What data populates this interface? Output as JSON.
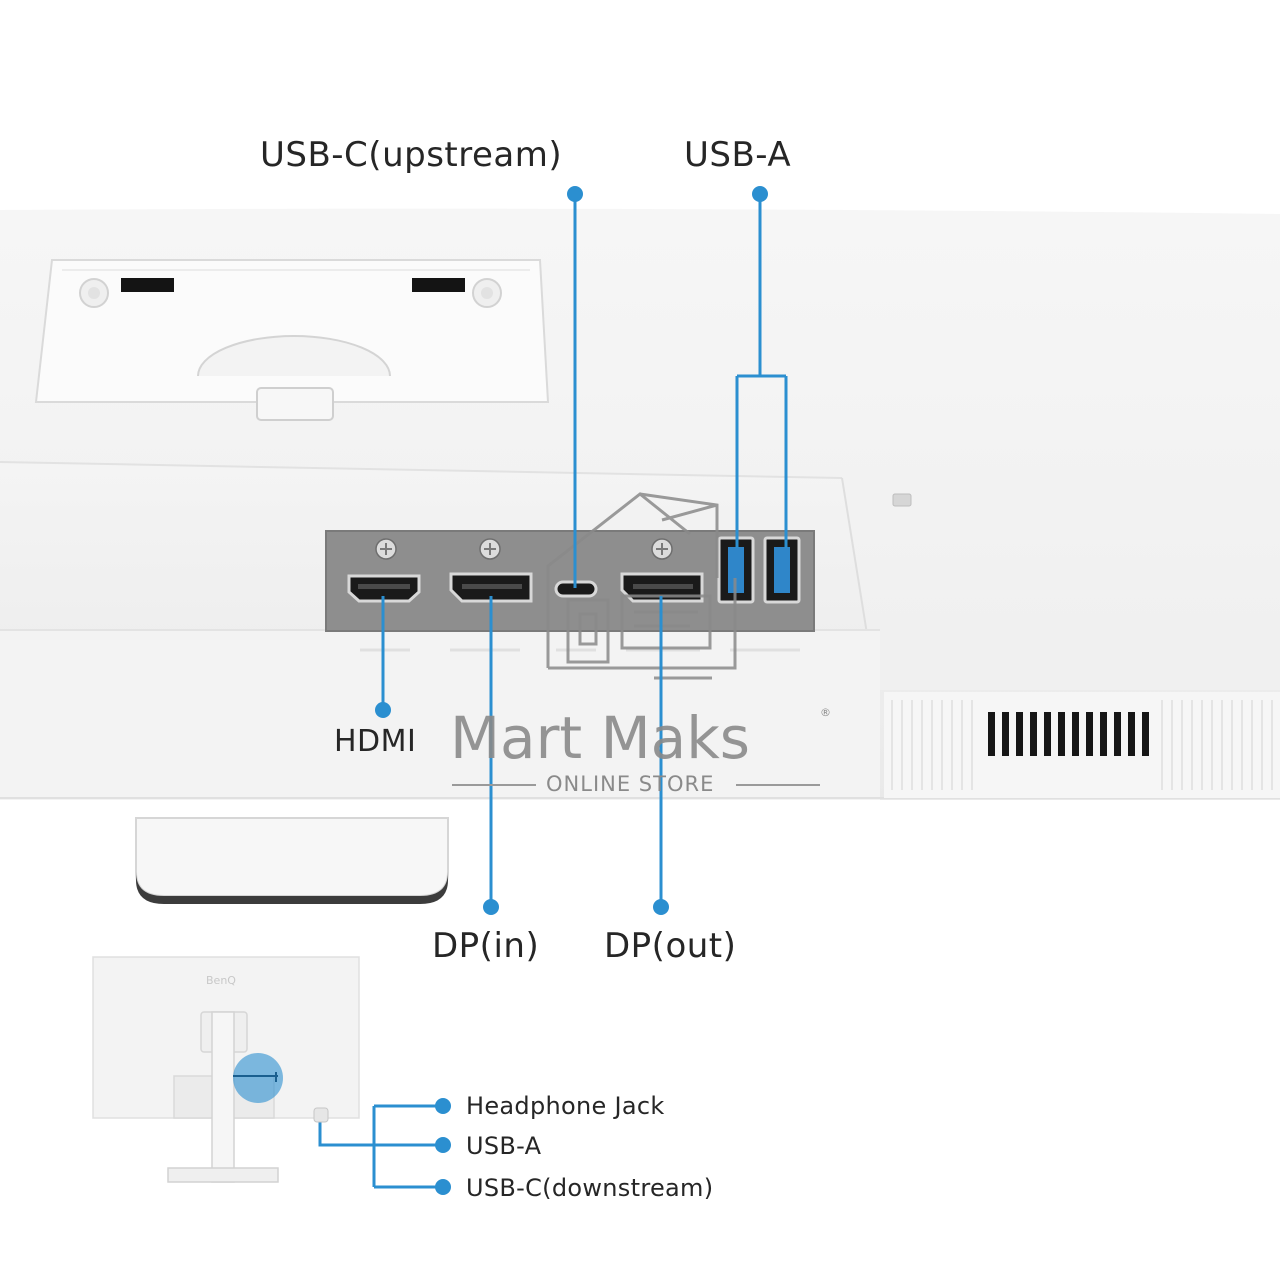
{
  "port_labels": {
    "usb_c_upstream": "USB-C(upstream)",
    "usb_a_rear": "USB-A",
    "hdmi": "HDMI",
    "dp_in": "DP(in)",
    "dp_out": "DP(out)"
  },
  "side_port_labels": [
    "Headphone Jack",
    "USB-A",
    "USB-C(downstream)"
  ],
  "watermark": {
    "brand": "Mart Maks",
    "registered_mark": "®",
    "tagline": "ONLINE STORE"
  },
  "inset_brand": "BenQ",
  "colors": {
    "callout_blue": "#2b8fd0",
    "label_text": "#262626",
    "panel_grey": "#8e8e8e",
    "monitor_white": "#f1f1f1"
  }
}
